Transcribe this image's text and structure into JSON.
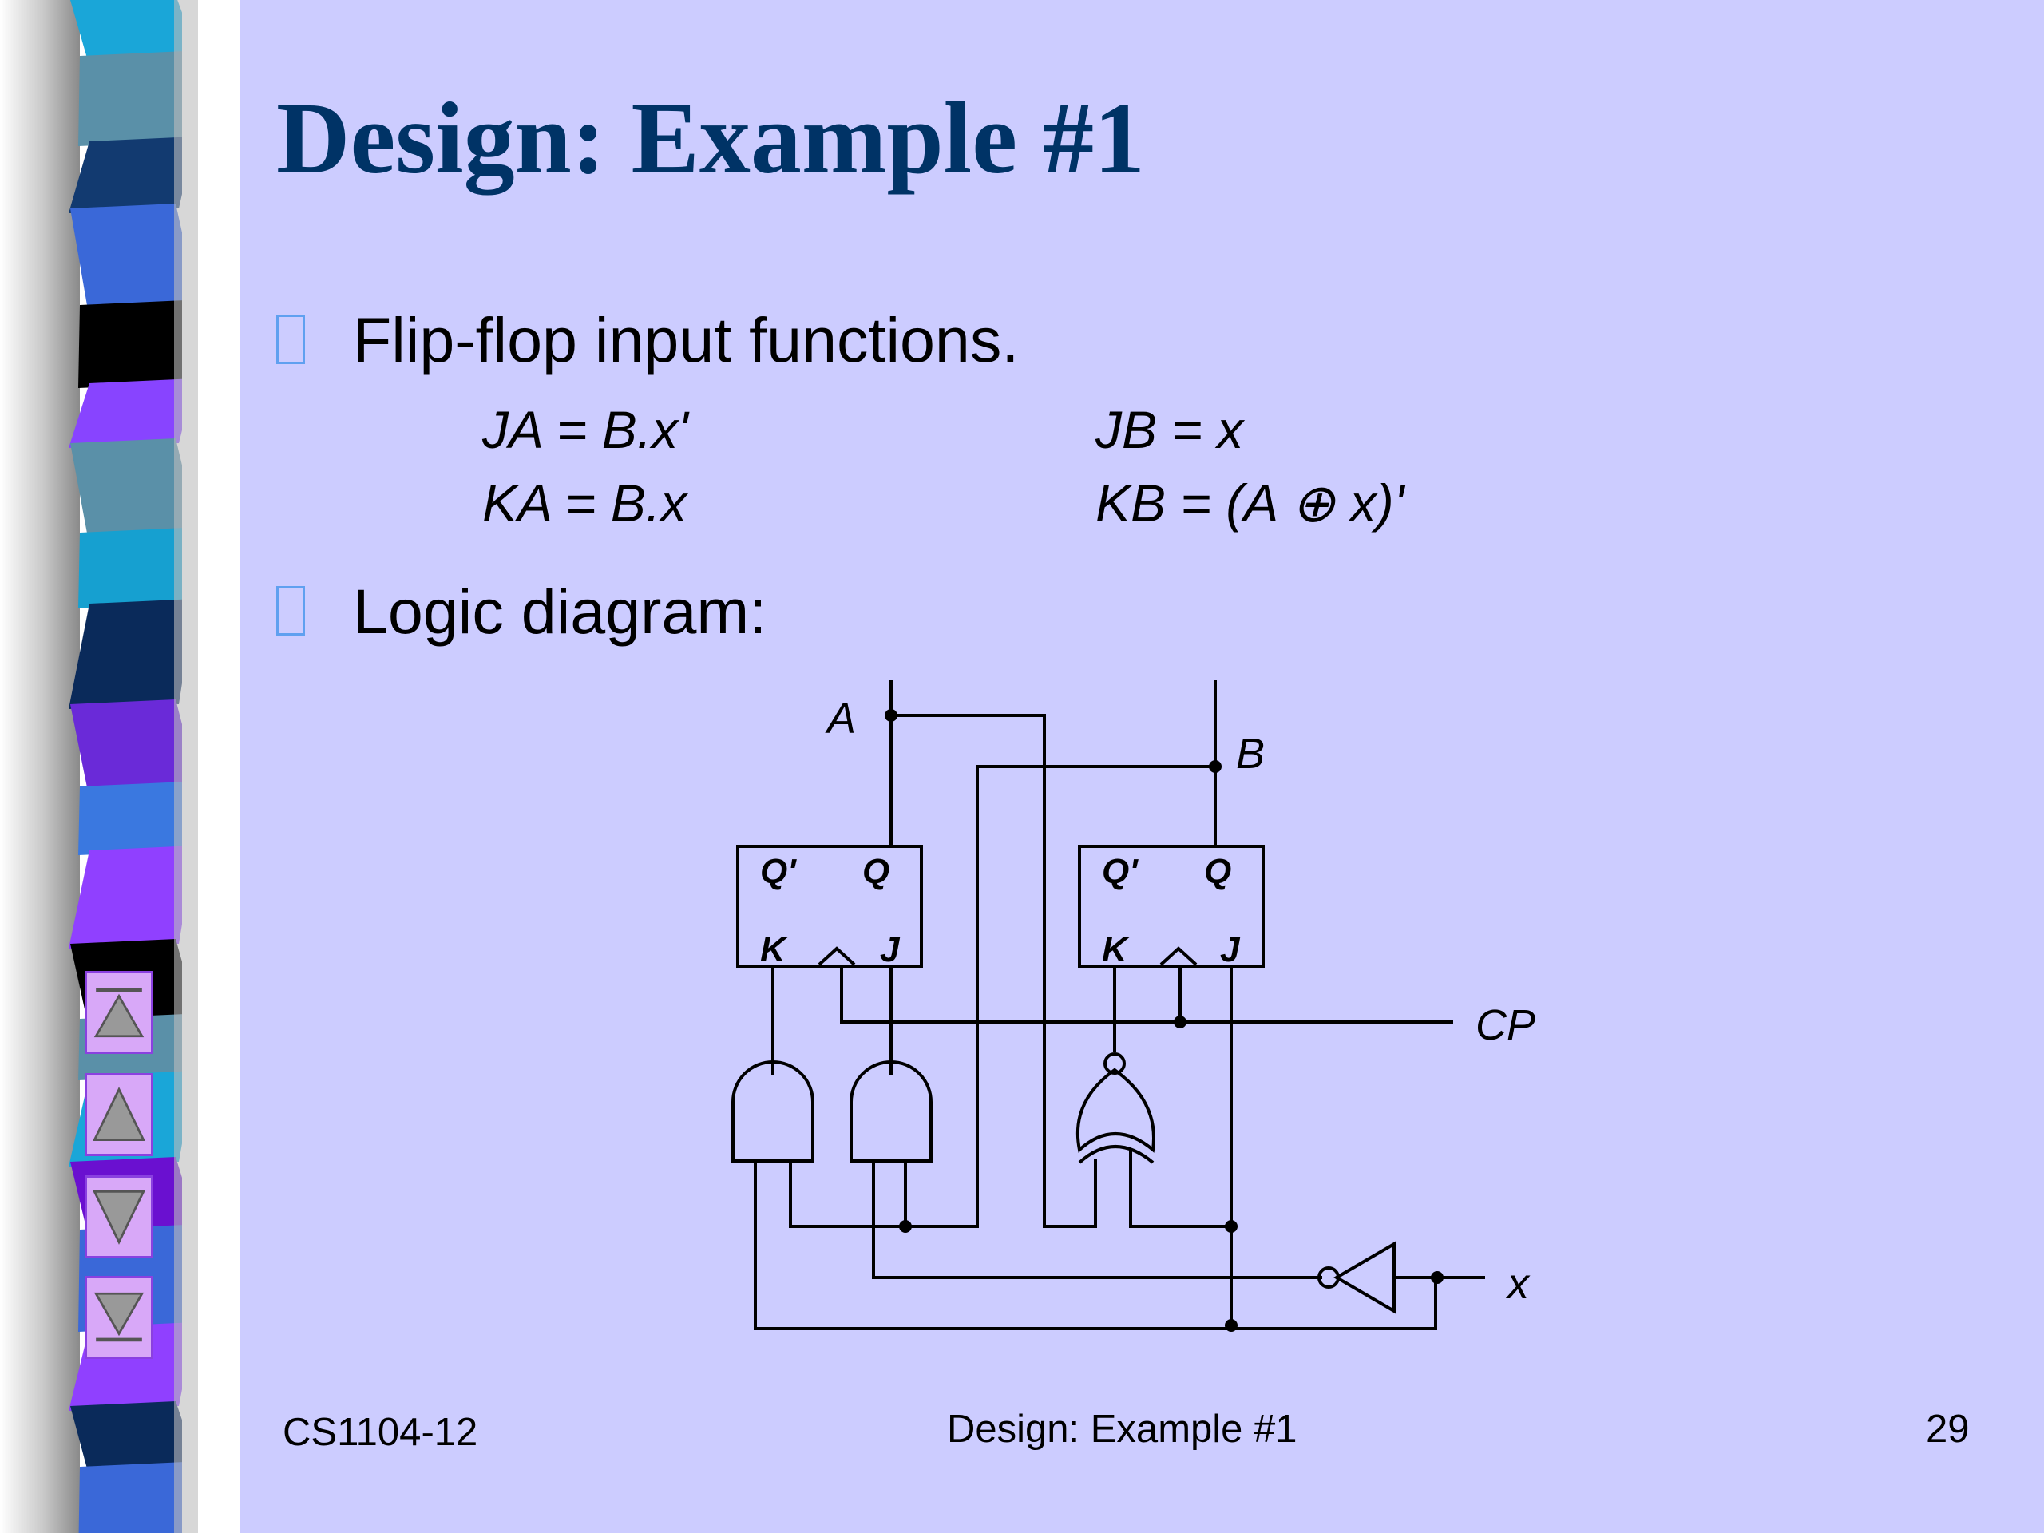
{
  "slide": {
    "title": "Design: Example #1",
    "bullets": [
      {
        "text": "Flip-flop input functions.",
        "icon": "square-bullet-icon"
      },
      {
        "text": "Logic diagram:",
        "icon": "square-bullet-icon"
      }
    ],
    "equations": {
      "ja": "JA = B.x'",
      "ka": "KA = B.x",
      "jb": "JB = x",
      "kb": "KB = (A ⊕ x)'"
    },
    "diagram": {
      "signal_a": "A",
      "signal_b": "B",
      "signal_cp": "CP",
      "signal_x": "x",
      "ff_a": {
        "q_bar": "Q'",
        "q": "Q",
        "k": "K",
        "j": "J"
      },
      "ff_b": {
        "q_bar": "Q'",
        "q": "Q",
        "k": "K",
        "j": "J"
      }
    }
  },
  "footer": {
    "course": "CS1104-12",
    "center": "Design: Example #1",
    "page": "29"
  },
  "nav": {
    "buttons": [
      "first-slide-icon",
      "previous-slide-icon",
      "next-slide-icon",
      "last-slide-icon"
    ]
  },
  "colors": {
    "background": "#ccccff",
    "title": "#003366",
    "bullet": "#5fa0f0",
    "nav_button": "#d8a8f8"
  }
}
